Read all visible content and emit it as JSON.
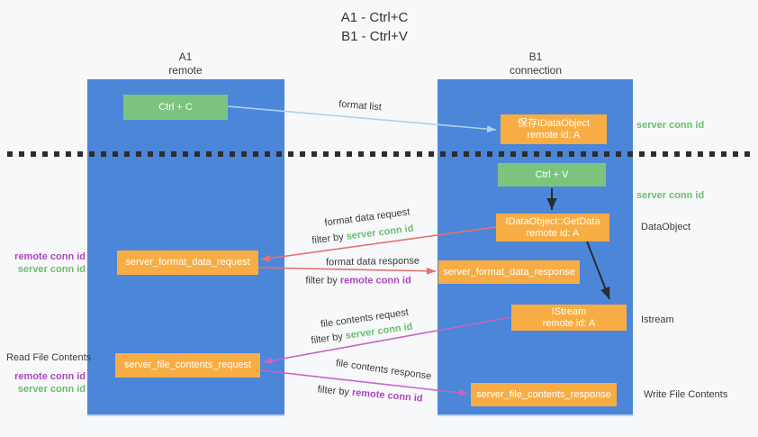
{
  "title": {
    "line1": "A1 - Ctrl+C",
    "line2": "B1 - Ctrl+V"
  },
  "lifelines": {
    "a1": {
      "name": "A1",
      "role": "remote"
    },
    "b1": {
      "name": "B1",
      "role": "connection"
    }
  },
  "nodes": {
    "ctrl_c": {
      "label": "Ctrl + C"
    },
    "save_idataobject": {
      "line1": "保存IDataObject",
      "line2": "remote id: A"
    },
    "ctrl_v": {
      "label": "Ctrl + V"
    },
    "getdata": {
      "line1": "IDataObject::GetData",
      "line2": "remote id: A"
    },
    "format_request": {
      "label": "server_format_data_request"
    },
    "format_response": {
      "label": "server_format_data_response"
    },
    "istream": {
      "line1": "IStream",
      "line2": "remote id: A"
    },
    "file_request": {
      "label": "server_file_contents_request"
    },
    "file_response": {
      "label": "server_file_contents_response"
    }
  },
  "edges": {
    "format_list": {
      "label": "format list"
    },
    "format_data_request": {
      "label": "format data request",
      "filter_prefix": "filter by ",
      "filter_key": "server conn id"
    },
    "format_data_response": {
      "label": "format data response",
      "filter_prefix": "filter by ",
      "filter_key": "remote conn id"
    },
    "file_contents_request": {
      "label": "file contents request",
      "filter_prefix": "filter by ",
      "filter_key": "server conn id"
    },
    "file_contents_response": {
      "label": "file contents response",
      "filter_prefix": "filter by ",
      "filter_key": "remote conn id"
    }
  },
  "annotations": {
    "right": {
      "server_conn_id_top": "server conn id",
      "server_conn_id_mid": "server conn id",
      "dataobject": "DataObject",
      "istream": "Istream",
      "write_file_contents": "Write File Contents"
    },
    "left": {
      "remote_conn_id_top": "remote conn id",
      "server_conn_id_top": "server conn id",
      "read_file_contents": "Read File Contents",
      "remote_conn_id_bottom": "remote conn id",
      "server_conn_id_bottom": "server conn id"
    }
  },
  "colors": {
    "lifeline_blue": "#4c86d9",
    "node_green": "#7cc47d",
    "node_orange": "#f8ad44",
    "arrow_light_blue": "#a9d3ee",
    "arrow_red": "#e8706e",
    "arrow_magenta": "#c565c6",
    "arrow_black": "#2b2b2b",
    "text_green": "#6abf6e",
    "text_purple": "#ab47bc",
    "text_dark": "#3a3a3a"
  }
}
